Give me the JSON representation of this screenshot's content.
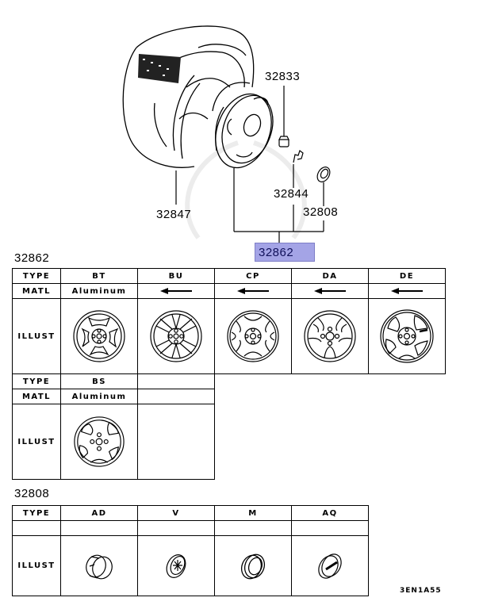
{
  "diagram": {
    "callouts": {
      "lug_nut": "32833",
      "tire": "32847",
      "valve": "32844",
      "center_cap": "32808",
      "wheel_assembly": "32862"
    },
    "highlighted_part": "32862"
  },
  "wheel_table": {
    "title": "32862",
    "row_headers": {
      "type": "TYPE",
      "matl": "MATL",
      "illust": "ILLUST"
    },
    "row1": [
      {
        "type": "BT",
        "matl": "Aluminum",
        "icon": "wheel-5-spoke-bt"
      },
      {
        "type": "BU",
        "matl": "←",
        "icon": "wheel-10-spoke-bu"
      },
      {
        "type": "CP",
        "matl": "←",
        "icon": "wheel-6-spoke-cp"
      },
      {
        "type": "DA",
        "matl": "←",
        "icon": "wheel-multi-spoke-da"
      },
      {
        "type": "DE",
        "matl": "←",
        "icon": "wheel-5-spoke-de"
      }
    ],
    "row2": [
      {
        "type": "BS",
        "matl": "Aluminum",
        "icon": "wheel-5-spoke-bs"
      }
    ]
  },
  "cap_table": {
    "title": "32808",
    "row_headers": {
      "type": "TYPE",
      "illust": "ILLUST"
    },
    "items": [
      {
        "type": "AD",
        "icon": "center-cap-ad"
      },
      {
        "type": "V",
        "icon": "center-cap-v"
      },
      {
        "type": "M",
        "icon": "center-cap-m"
      },
      {
        "type": "AQ",
        "icon": "center-cap-aq"
      }
    ]
  },
  "footer": {
    "diagram_code": "3EN1A55"
  },
  "colors": {
    "highlight_fill": "#a4a4e6",
    "highlight_border": "#7e7ec6",
    "line": "#000000"
  }
}
